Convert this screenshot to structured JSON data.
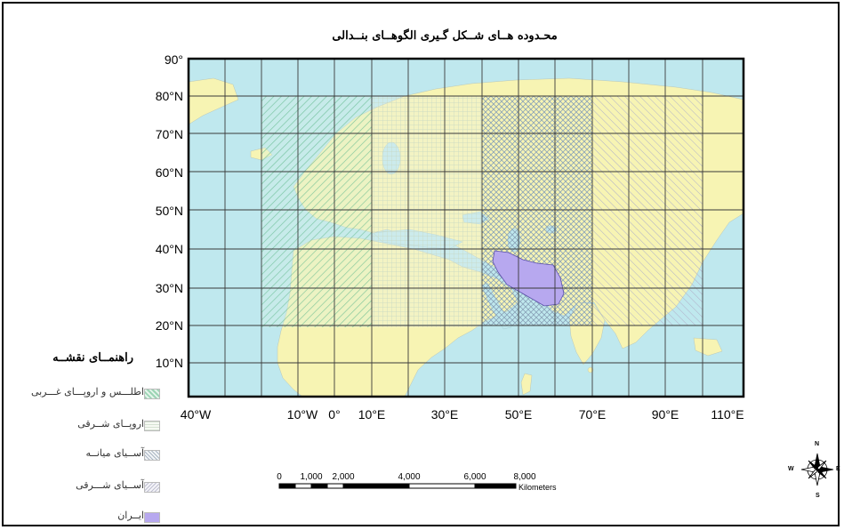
{
  "title": "محـدوده هــای شــکل گـیری الگوهــای بنــدالی",
  "map": {
    "latitude_labels": [
      "90°",
      "80°N",
      "70°N",
      "60°N",
      "50°N",
      "40°N",
      "30°N",
      "20°N",
      "10°N"
    ],
    "longitude_labels": [
      "40°W",
      "10°W",
      "0°",
      "10°E",
      "30°E",
      "50°E",
      "70°E",
      "90°E",
      "110°E"
    ],
    "colors": {
      "ocean": "#bfe8ee",
      "land": "#f7f4b3",
      "grid": "#3a3a3a",
      "west_hatch": "#9bd4b4",
      "eastern_europe_hatch": "#cfe2cf",
      "middle_asia_hatch": "#9ab0c4",
      "east_asia_hatch": "#c8c8d8",
      "iran": "#b7a8ef"
    }
  },
  "legend": {
    "title": "راهنمــای نقشــه",
    "items": [
      {
        "label": "اطلـــس و اروپـــای غـــربی",
        "color": "#9bd4b4"
      },
      {
        "label": "اروپــای شــرقی",
        "color": "#e6efe2"
      },
      {
        "label": "آســیای میانــه",
        "color": "#c5cfd9"
      },
      {
        "label": "آســیای شـــرقی",
        "color": "#d7d7e2"
      },
      {
        "label": "ایــران",
        "color": "#b7a8ef"
      }
    ]
  },
  "scale_bar": {
    "labels": [
      "0",
      "1,000",
      "2,000",
      "4,000",
      "6,000",
      "8,000"
    ],
    "unit": "Kilometers"
  },
  "compass": {
    "n": "N",
    "s": "S",
    "e": "E",
    "w": "W"
  }
}
